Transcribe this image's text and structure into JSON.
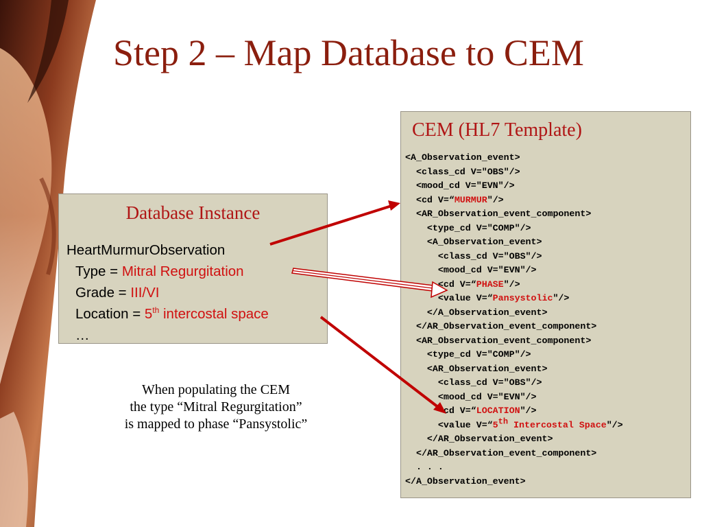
{
  "slide": {
    "title": "Step 2 – Map Database to CEM"
  },
  "database_instance": {
    "heading": "Database Instance",
    "object_name": "HeartMurmurObservation",
    "type_label": "Type = ",
    "type_value": "Mitral Regurgitation",
    "grade_label": "Grade = ",
    "grade_value": "III/VI",
    "location_label": "Location = ",
    "location_value_number": "5",
    "location_value_sup": "th",
    "location_value_rest": " intercostal space",
    "ellipsis": "…"
  },
  "caption": {
    "line1": "When populating the CEM",
    "line2": "the type “Mitral Regurgitation”",
    "line3": "is mapped to phase “Pansystolic”"
  },
  "cem": {
    "heading": "CEM (HL7 Template)",
    "lines": [
      "<A_Observation_event>",
      "  <class_cd V=\"OBS\"/>",
      "  <mood_cd V=\"EVN\"/>",
      {
        "pre": "  <cd V=“",
        "red": "MURMUR",
        "post": "\"/>"
      },
      "  <AR_Observation_event_component>",
      "    <type_cd V=\"COMP\"/>",
      "    <A_Observation_event>",
      "      <class_cd V=\"OBS\"/>",
      "      <mood_cd V=\"EVN\"/>",
      {
        "pre": "      <cd V=“",
        "red": "PHASE",
        "post": "\"/>"
      },
      {
        "pre": "      <value V=“",
        "red": "Pansystolic",
        "post": "\"/>"
      },
      "    </A_Observation_event>",
      "  </AR_Observation_event_component>",
      "  <AR_Observation_event_component>",
      "    <type_cd V=\"COMP\"/>",
      "    <AR_Observation_event>",
      "      <class_cd V=\"OBS\"/>",
      "      <mood_cd V=\"EVN\"/>",
      {
        "pre": "      <cd V=“",
        "red": "LOCATION",
        "post": "\"/>"
      },
      {
        "pre": "      <value V=“",
        "red": "5",
        "sup": "th",
        "red2": " Intercostal Space",
        "post": "\"/>"
      },
      "    </AR_Observation_event>",
      "  </AR_Observation_event_component>",
      "  . . .",
      "</A_Observation_event>"
    ]
  },
  "colors": {
    "title": "#8b1e0e",
    "heading_red": "#b01515",
    "value_red": "#d01010",
    "box_fill": "#d7d3be",
    "arrow_red": "#c00000"
  }
}
